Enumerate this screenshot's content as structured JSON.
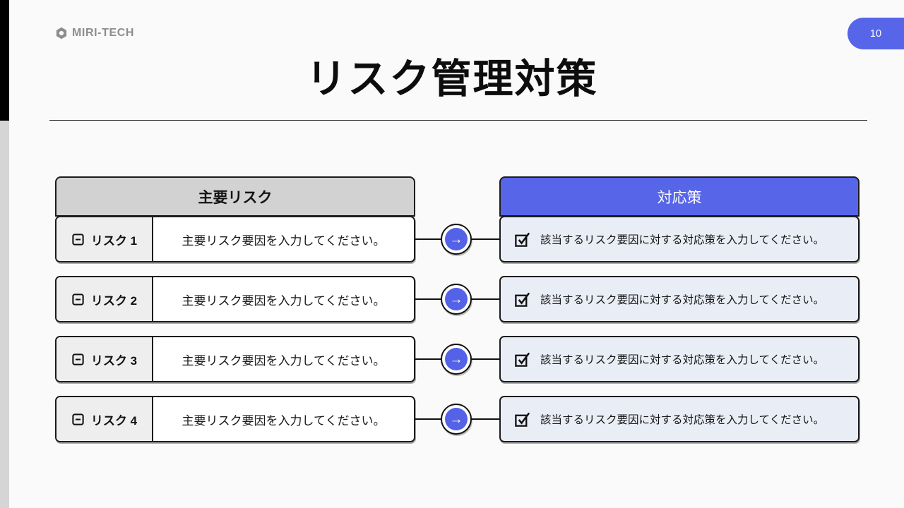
{
  "slide": {
    "brand": "MIRI-TECH",
    "page_number": "10",
    "title": "リスク管理対策"
  },
  "table": {
    "risk_header": "主要リスク",
    "measure_header": "対応策",
    "rows": [
      {
        "label": "リスク 1",
        "risk": "主要リスク要因を入力してください。",
        "measure": "該当するリスク要因に対する対応策を入力してください。"
      },
      {
        "label": "リスク 2",
        "risk": "主要リスク要因を入力してください。",
        "measure": "該当するリスク要因に対する対応策を入力してください。"
      },
      {
        "label": "リスク 3",
        "risk": "主要リスク要因を入力してください。",
        "measure": "該当するリスク要因に対する対応策を入力してください。"
      },
      {
        "label": "リスク 4",
        "risk": "主要リスク要因を入力してください。",
        "measure": "該当するリスク要因に対する対応策を入力してください。"
      }
    ]
  },
  "icons": {
    "arrow": "→"
  },
  "colors": {
    "accent": "#5765e9",
    "header_gray": "#d2d2d2",
    "label_gray": "#eeeeee",
    "measure_bg": "#e9edf6",
    "border": "#1c1c1c",
    "background": "#fafafa"
  }
}
